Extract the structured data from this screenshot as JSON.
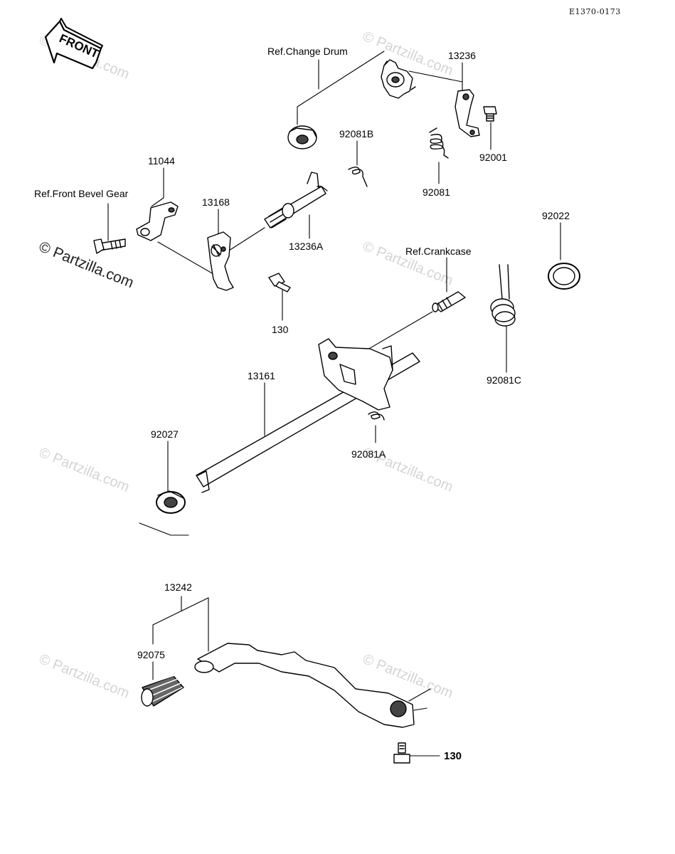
{
  "diagram_code": "E1370-0173",
  "front_badge": "FRONT",
  "watermark": "© Partzilla.com",
  "labels": {
    "ref_change_drum": "Ref.Change Drum",
    "p13236": "13236",
    "p92081B": "92081B",
    "p92001": "92001",
    "p92081": "92081",
    "p11044": "11044",
    "ref_front_bevel_gear": "Ref.Front Bevel  Gear",
    "p13168": "13168",
    "p13236A": "13236A",
    "p92022": "92022",
    "p130a": "130",
    "ref_crankcase": "Ref.Crankcase",
    "p92081C": "92081C",
    "p13161": "13161",
    "p92027": "92027",
    "p92081A": "92081A",
    "p13242": "13242",
    "p92075": "92075",
    "p130b": "130"
  },
  "colors": {
    "line": "#000000",
    "part_fill": "#ffffff",
    "shade": "#555555",
    "watermark": "#d4d4d4"
  }
}
